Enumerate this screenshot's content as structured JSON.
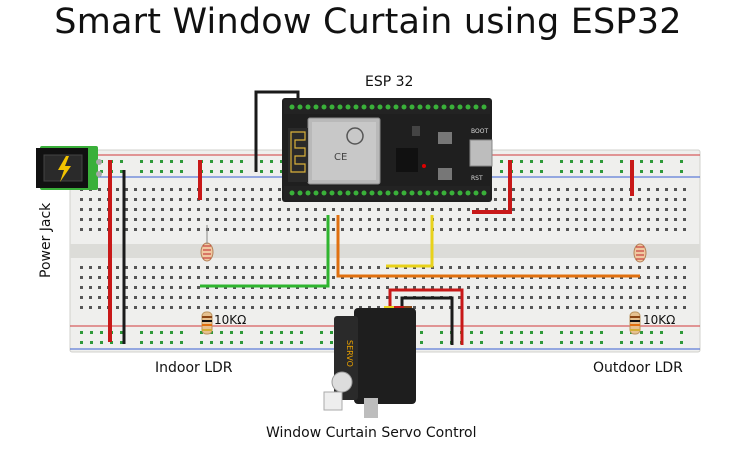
{
  "title": "Smart Window Curtain using ESP32",
  "labels": {
    "esp32": "ESP 32",
    "power_jack": "Power Jack",
    "indoor_ldr": "Indoor LDR",
    "outdoor_ldr": "Outdoor LDR",
    "servo_control": "Window Curtain Servo Control",
    "resistor_left": "10KΩ",
    "resistor_right": "10KΩ",
    "servo_text": "SERVO",
    "esp_boot": "BOOT",
    "esp_rst": "RST"
  },
  "colors": {
    "wire_red": "#c81818",
    "wire_black": "#1a1a1a",
    "wire_green": "#2fb52f",
    "wire_orange": "#e07010",
    "wire_yellow": "#e8d21a",
    "rail_red": "#d23a3a",
    "rail_blue": "#3a5fd2",
    "breadboard": "#f0f0ee",
    "hole": "#555555",
    "rail_hole": "#2f9a3a",
    "esp_board": "#1f1f1f",
    "servo_body": "#1e1e1e"
  },
  "icons": [
    "lightning-icon",
    "wifi-module-icon",
    "ce-mark-icon"
  ]
}
